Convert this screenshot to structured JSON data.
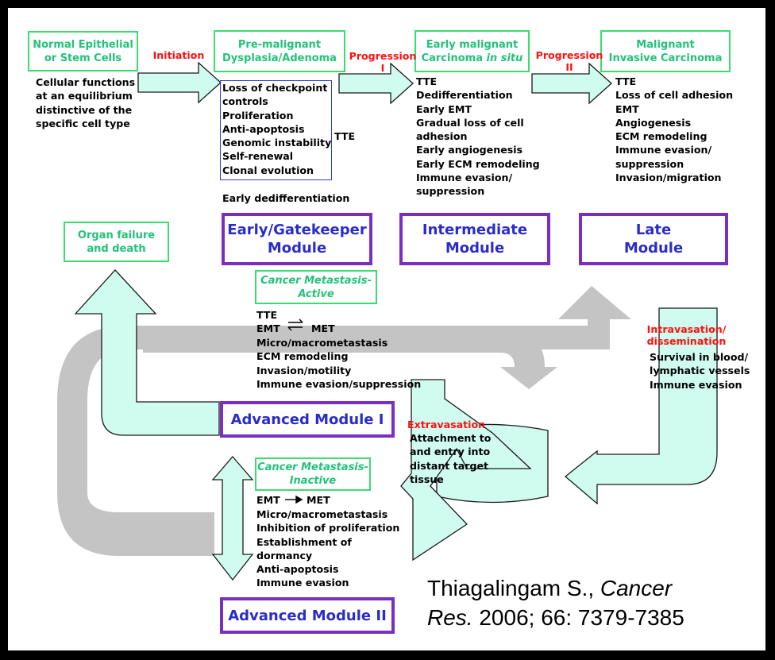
{
  "stages": {
    "normal": "Normal Epithelial\nor Stem Cells",
    "premalignant": "Pre-malignant\nDysplasia/Adenoma",
    "early_malignant": "Early malignant",
    "carcinoma_prefix": "Carcinoma ",
    "carcinoma_italic": "in situ",
    "malignant": "Malignant\nInvasive Carcinoma"
  },
  "transitions": {
    "initiation": "Initiation",
    "progression1": "Progression\nI",
    "progression2": "Progression\nII",
    "intravasation": "Intravasation/\ndissemination",
    "extravasation": "Extravasation"
  },
  "texts": {
    "normal_desc": "Cellular functions\nat an equilibrium\ndistinctive of the\nspecific cell type",
    "premalignant_list": "Loss of checkpoint\ncontrols\nProliferation\nAnti-apoptosis\nGenomic instability\nSelf-renewal\nClonal evolution",
    "tte": "TTE",
    "early_dediff": "Early dedifferentiation",
    "carcinoma_list": "TTE\nDedifferentiation\nEarly EMT\nGradual loss of cell\nadhesion\nEarly angiogenesis\nEarly ECM remodeling\nImmune evasion/\nsuppression",
    "invasive_list": "TTE\nLoss of cell adhesion\nEMT\nAngiogenesis\nECM remodeling\nImmune evasion/\nsuppression\nInvasion/migration",
    "active_list_top": "TTE",
    "active_emt": "EMT",
    "active_met": "MET",
    "active_list_rest": "Micro/macrometastasis\nECM remodeling\nInvasion/motility\nImmune evasion/suppression",
    "intravasation_list": "Survival in blood/\nlymphatic vessels\nImmune evasion",
    "extravasation_list": "Attachment to\nand entry into\ndistant target\ntissue",
    "inactive_emt": "EMT",
    "inactive_met": "MET",
    "inactive_list": "Micro/macrometastasis\nInhibition of proliferation\nEstablishment of\ndormancy\nAnti-apoptosis\nImmune evasion"
  },
  "modules": {
    "early": "Early/Gatekeeper\nModule",
    "intermediate": "Intermediate\nModule",
    "late": "Late\nModule",
    "advanced1": "Advanced Module I",
    "advanced2": "Advanced Module II"
  },
  "other_boxes": {
    "organ_failure": "Organ failure\nand death",
    "metastasis_active": "Cancer Metastasis-\nActive",
    "metastasis_inactive": "Cancer Metastasis-\nInactive"
  },
  "citation": {
    "author": "Thiagalingam S., ",
    "journal1": "Cancer",
    "journal2": "Res.",
    "details": " 2006; 66: 7379-7385"
  },
  "colors": {
    "arrow_fill": "#cffcef",
    "arrow_stroke": "#1a1a1a",
    "gray_arrow": "#c4c4c4",
    "module_border": "#7a2fc0",
    "module_text": "#2a2cc8",
    "stage_border": "#3cdc70",
    "stage_text": "#22c27a",
    "transition_text": "#ff1010"
  }
}
